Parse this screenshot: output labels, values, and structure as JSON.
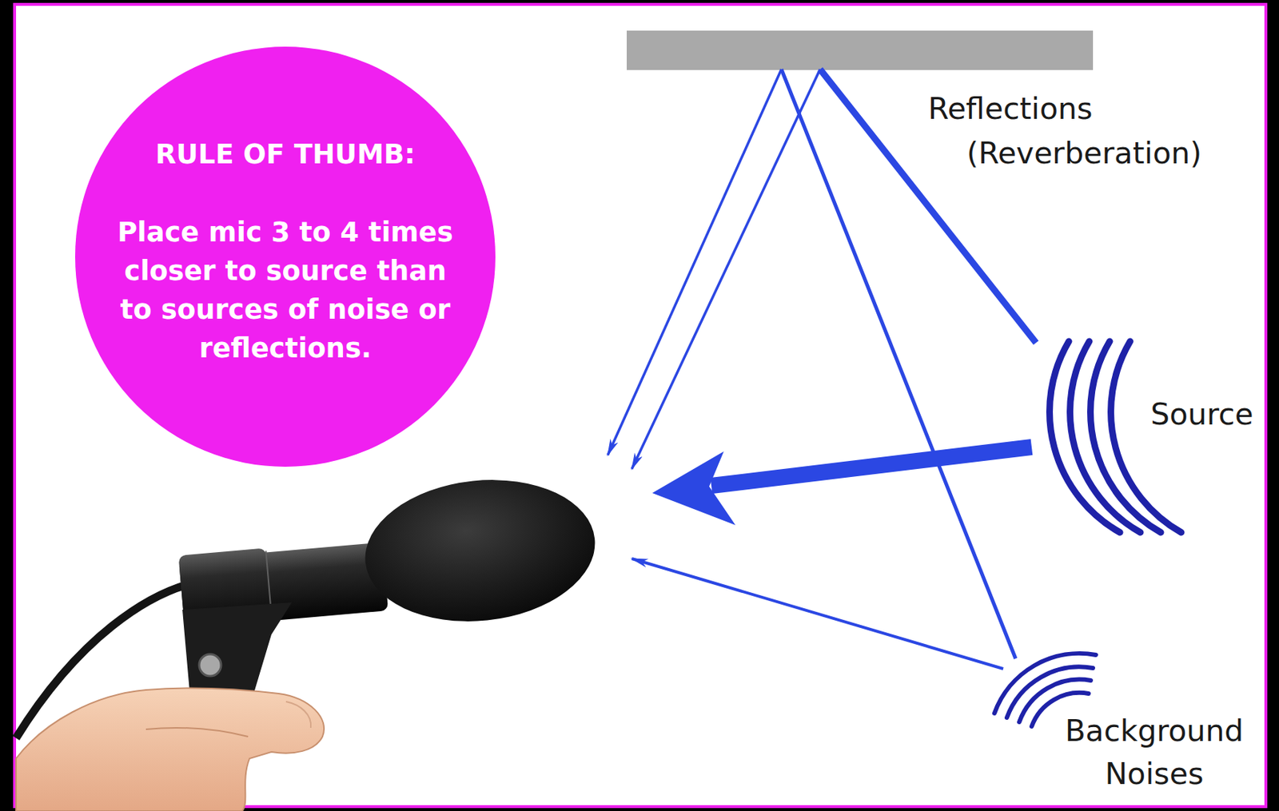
{
  "diagram": {
    "nodes": [
      {
        "text": [
          "RULE OF THUMB:",
          "Place mic 3 to 4 times closer to source than to sources of noise or reflections."
        ]
      }
    ],
    "labels": [
      "Reflections (Reverberation)",
      "Source",
      "Background Noises"
    ]
  }
}
